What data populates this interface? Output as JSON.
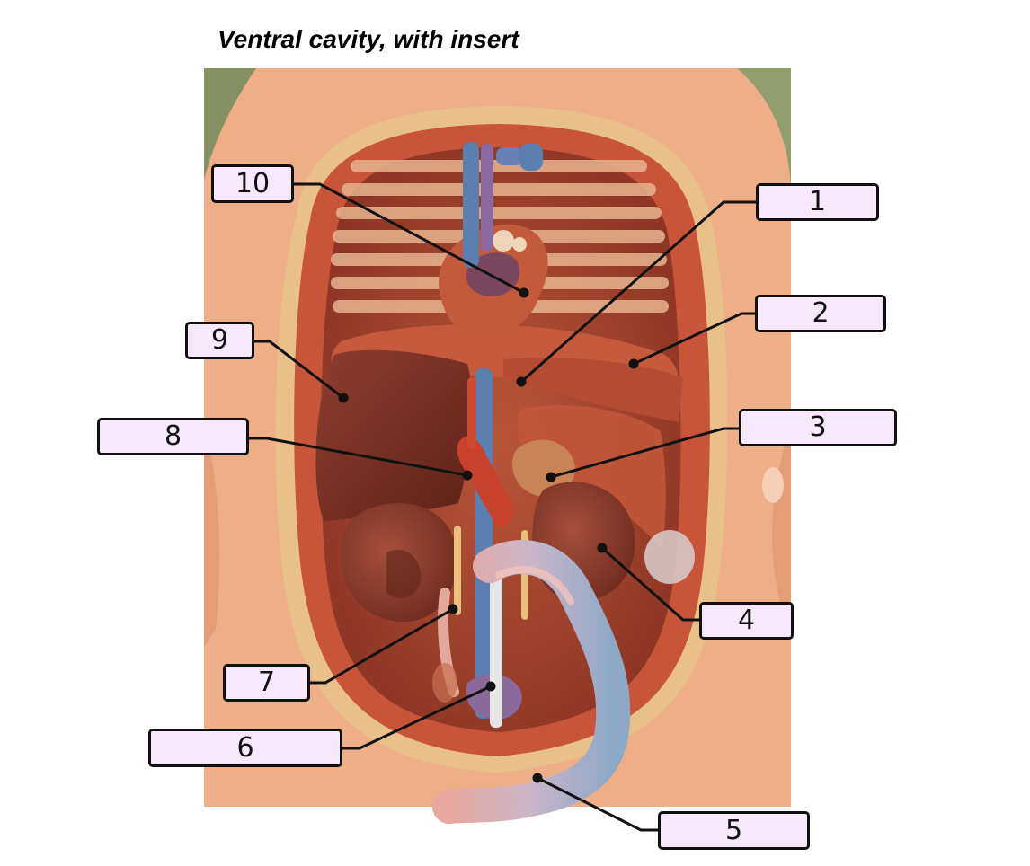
{
  "title": "Ventral cavity, with insert",
  "labels": [
    {
      "id": "label-1",
      "text": "1"
    },
    {
      "id": "label-2",
      "text": "2"
    },
    {
      "id": "label-3",
      "text": "3"
    },
    {
      "id": "label-4",
      "text": "4"
    },
    {
      "id": "label-5",
      "text": "5"
    },
    {
      "id": "label-6",
      "text": "6"
    },
    {
      "id": "label-7",
      "text": "7"
    },
    {
      "id": "label-8",
      "text": "8"
    },
    {
      "id": "label-9",
      "text": "9"
    },
    {
      "id": "label-10",
      "text": "10"
    }
  ],
  "colors": {
    "label_fill": "#f8e8fb",
    "leader_line": "#111111",
    "muscle": "#c8553a",
    "liver": "#7a3226",
    "kidney": "#8a3c2c",
    "vein": "#5b7fb0",
    "artery": "#c8412c",
    "skin": "#f0b08a",
    "background_wall": "#8e9a6a"
  }
}
